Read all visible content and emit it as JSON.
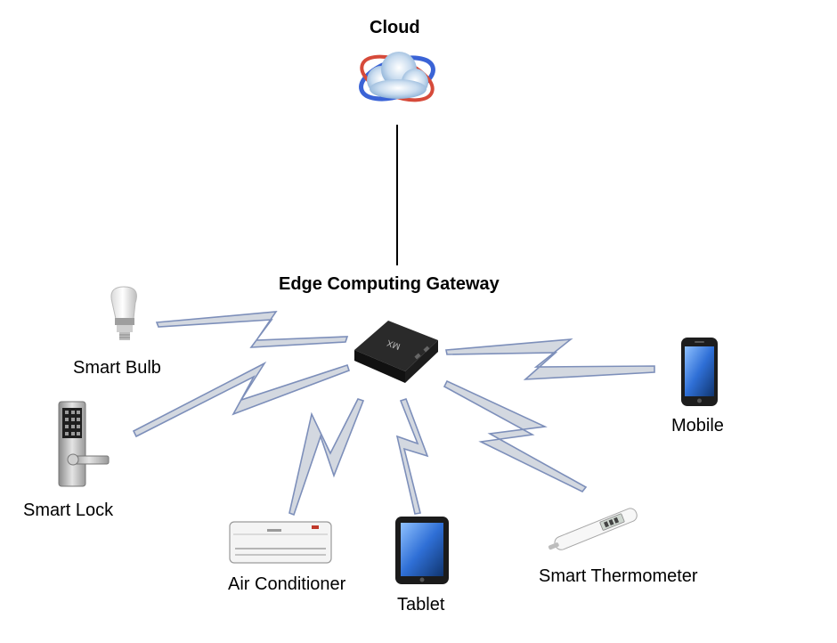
{
  "cloud": {
    "label": "Cloud",
    "icon": "cloud-icon"
  },
  "gateway": {
    "label": "Edge Computing Gateway",
    "icon": "gateway-box-icon",
    "device_text": "MX"
  },
  "devices": [
    {
      "id": "smart-bulb",
      "label": "Smart Bulb",
      "icon": "light-bulb-icon"
    },
    {
      "id": "smart-lock",
      "label": "Smart Lock",
      "icon": "door-lock-icon"
    },
    {
      "id": "air-conditioner",
      "label": "Air Conditioner",
      "icon": "air-conditioner-icon"
    },
    {
      "id": "tablet",
      "label": "Tablet",
      "icon": "tablet-icon"
    },
    {
      "id": "smart-thermometer",
      "label": "Smart Thermometer",
      "icon": "thermometer-icon"
    },
    {
      "id": "mobile",
      "label": "Mobile",
      "icon": "mobile-phone-icon"
    }
  ],
  "colors": {
    "wireless_fill": "#d3d8e0",
    "wireless_stroke": "#7d8fba",
    "link_line": "#000000"
  }
}
